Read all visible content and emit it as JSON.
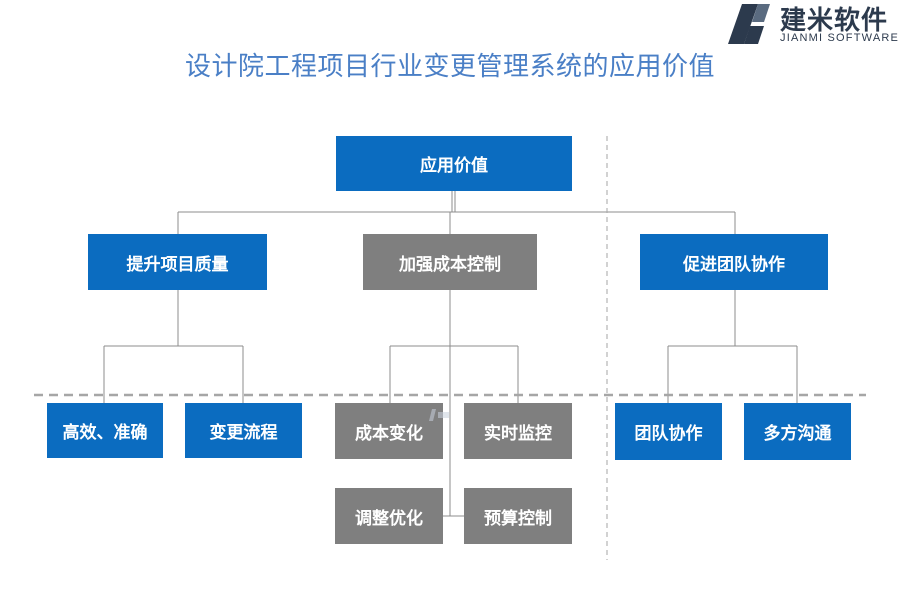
{
  "logo": {
    "name": "建米软件",
    "subtitle": "JIANMI SOFTWARE"
  },
  "title": "设计院工程项目行业变更管理系统的应用价值",
  "diagram": {
    "root": "应用价值",
    "branches": [
      {
        "label": "提升项目质量",
        "children": [
          "高效、准确",
          "变更流程"
        ]
      },
      {
        "label": "加强成本控制",
        "children": [
          "成本变化",
          "实时监控",
          "调整优化",
          "预算控制"
        ]
      },
      {
        "label": "促进团队协作",
        "children": [
          "团队协作",
          "多方沟通"
        ]
      }
    ]
  },
  "colors": {
    "primary": "#0b6cc0",
    "secondary": "#7f7f7f",
    "title": "#4a7fc6",
    "connector": "#8c8c8c",
    "divider": "#a6a6a6"
  }
}
